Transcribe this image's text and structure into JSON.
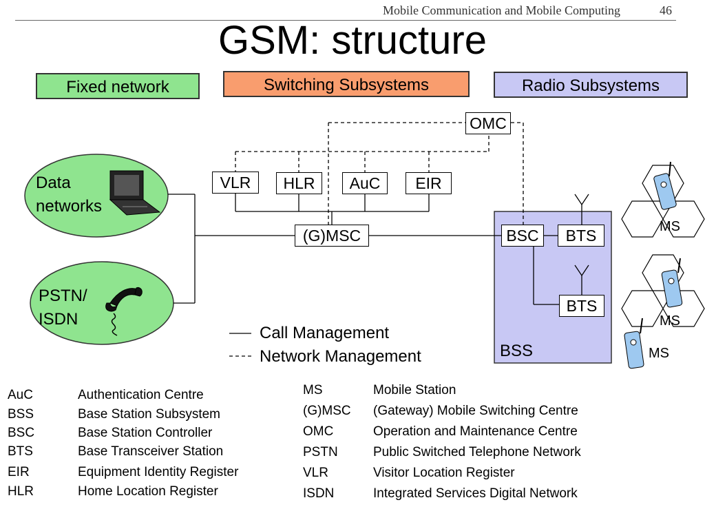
{
  "header": {
    "course": "Mobile Communication and Mobile Computing",
    "page": "46"
  },
  "title": "GSM: structure",
  "categories": {
    "fixed": {
      "label": "Fixed network",
      "color": "#8fe48f"
    },
    "switching": {
      "label": "Switching Subsystems",
      "color": "#f99d6e"
    },
    "radio": {
      "label": "Radio Subsystems",
      "color": "#c8c8f4"
    }
  },
  "nodes": {
    "omc": "OMC",
    "vlr": "VLR",
    "hlr": "HLR",
    "auc": "AuC",
    "eir": "EIR",
    "gmsc": "(G)MSC",
    "bsc": "BSC",
    "bts1": "BTS",
    "bts2": "BTS",
    "bss": "BSS"
  },
  "networks": {
    "data_line1": "Data",
    "data_line2": "networks",
    "pstn_line1": "PSTN/",
    "pstn_line2": "ISDN"
  },
  "ms_labels": [
    "MS",
    "MS",
    "MS"
  ],
  "legend": {
    "solid": "Call Management",
    "dashed": "Network Management"
  },
  "abbreviations_left": [
    {
      "abbr": "AuC",
      "desc": "Authentication Centre"
    },
    {
      "abbr": "BSS",
      "desc": "Base Station Subsystem"
    },
    {
      "abbr": "BSC",
      "desc": "Base Station Controller"
    },
    {
      "abbr": "BTS",
      "desc": "Base Transceiver Station"
    },
    {
      "abbr": "EIR",
      "desc": "Equipment Identity Register"
    },
    {
      "abbr": "HLR",
      "desc": "Home Location Register"
    }
  ],
  "abbreviations_right": [
    {
      "abbr": "MS",
      "desc": "Mobile Station"
    },
    {
      "abbr": "(G)MSC",
      "desc": "(Gateway) Mobile Switching Centre"
    },
    {
      "abbr": "OMC",
      "desc": "Operation and Maintenance Centre"
    },
    {
      "abbr": "PSTN",
      "desc": "Public Switched Telephone Network"
    },
    {
      "abbr": "VLR",
      "desc": "Visitor Location Register"
    },
    {
      "abbr": "ISDN",
      "desc": "Integrated Services Digital Network"
    }
  ]
}
